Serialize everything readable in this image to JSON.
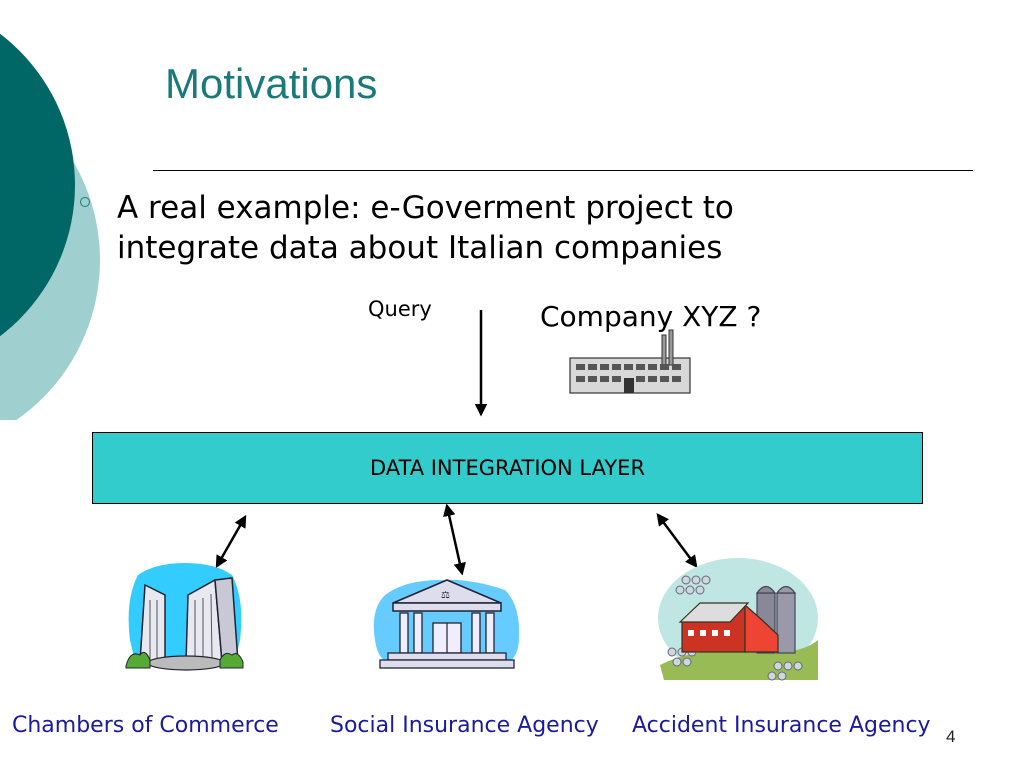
{
  "slide": {
    "title": "Motivations",
    "bullet": "A real example: e-Goverment project to integrate data about Italian companies",
    "query_label": "Query",
    "company_label": "Company XYZ ?",
    "layer_label": "DATA INTEGRATION LAYER",
    "sources": [
      {
        "label": "Chambers of Commerce",
        "icon": "city-buildings-icon"
      },
      {
        "label": "Social Insurance Agency",
        "icon": "courthouse-icon"
      },
      {
        "label": "Accident Insurance Agency",
        "icon": "farm-barn-icon"
      }
    ],
    "page_number": "4",
    "colors": {
      "title": "#1a7a7a",
      "layer_fill": "#33cccc",
      "source_labels": "#1a1aa0",
      "deco_dark": "#006666",
      "deco_light": "#9fcfcf"
    }
  }
}
